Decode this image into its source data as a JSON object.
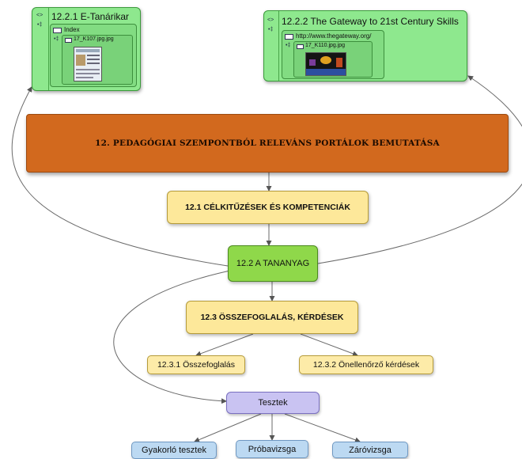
{
  "cards": {
    "left": {
      "title": "12.2.1  E-Tanárikar",
      "sub_label": "Index",
      "thumb_label": "17_K107.jpg.jpg"
    },
    "right": {
      "title": "12.2.2  The Gateway to 21st Century Skills",
      "sub_label": "http://www.thegateway.org/",
      "thumb_label": "17_K110.jpg.jpg"
    }
  },
  "nodes": {
    "main": "12. PEDAGÓGIAI SZEMPONTBÓL RELEVÁNS PORTÁLOK BEMUTATÁSA",
    "goals": "12.1  CÉLKITŰZÉSEK ÉS KOMPETENCIÁK",
    "material": "12.2  A TANANYAG",
    "summary": "12.3  ÖSSZEFOGLALÁS, KÉRDÉSEK",
    "summary_sub": "12.3.1 Összefoglalás",
    "selfcheck": "12.3.2  Önellenőrző kérdések",
    "tests": "Tesztek",
    "practice": "Gyakorló tesztek",
    "trial": "Próbavizsga",
    "final": "Záróvizsga"
  },
  "colors": {
    "main": "#d2691e",
    "card": "#8ee88e",
    "yellow": "#fde89a",
    "green": "#8fd84a",
    "purple": "#c9c3f2",
    "blue": "#bcd9f2"
  }
}
